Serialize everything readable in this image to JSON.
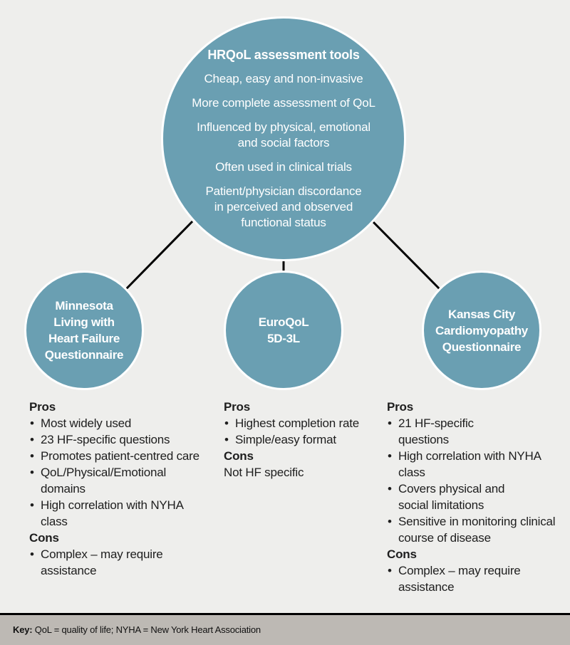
{
  "colors": {
    "circle_fill": "#6a9fb2",
    "circle_outline": "#ffffff",
    "background": "#eeeeec",
    "connector": "#000000",
    "footer_band": "#bdb9b4",
    "body_text": "#1e1e1e"
  },
  "main": {
    "title": "HRQoL assessment tools",
    "points": [
      "Cheap, easy and non-invasive",
      "More complete assessment of QoL",
      "Influenced by physical, emotional and social factors",
      "Often used in clinical trials",
      "Patient/physician discordance in perceived and observed functional status"
    ]
  },
  "tools": [
    {
      "title_lines": [
        "Minnesota",
        "Living with",
        "Heart Failure",
        "Questionnaire"
      ],
      "pros_label": "Pros",
      "pros": [
        "Most widely used",
        "23 HF-specific questions",
        "Promotes patient-centred care",
        "QoL/Physical/Emotional domains",
        "High correlation with NYHA class"
      ],
      "cons_label": "Cons",
      "cons": [
        "Complex – may require assistance"
      ]
    },
    {
      "title_lines": [
        "EuroQoL",
        "5D-3L"
      ],
      "pros_label": "Pros",
      "pros": [
        "Highest completion rate",
        "Simple/easy format"
      ],
      "cons_label": "Cons",
      "cons_text": "Not HF specific"
    },
    {
      "title_lines": [
        "Kansas City",
        "Cardiomyopathy",
        "Questionnaire"
      ],
      "pros_label": "Pros",
      "pros": [
        "21 HF-specific questions",
        "High correlation with NYHA class",
        "Covers physical and social limitations",
        "Sensitive in monitoring clinical course of disease"
      ],
      "cons_label": "Cons",
      "cons": [
        "Complex – may require assistance"
      ]
    }
  ],
  "footer": {
    "key_label": "Key:",
    "key_text": " QoL = quality of life; NYHA = New York Heart Association"
  }
}
